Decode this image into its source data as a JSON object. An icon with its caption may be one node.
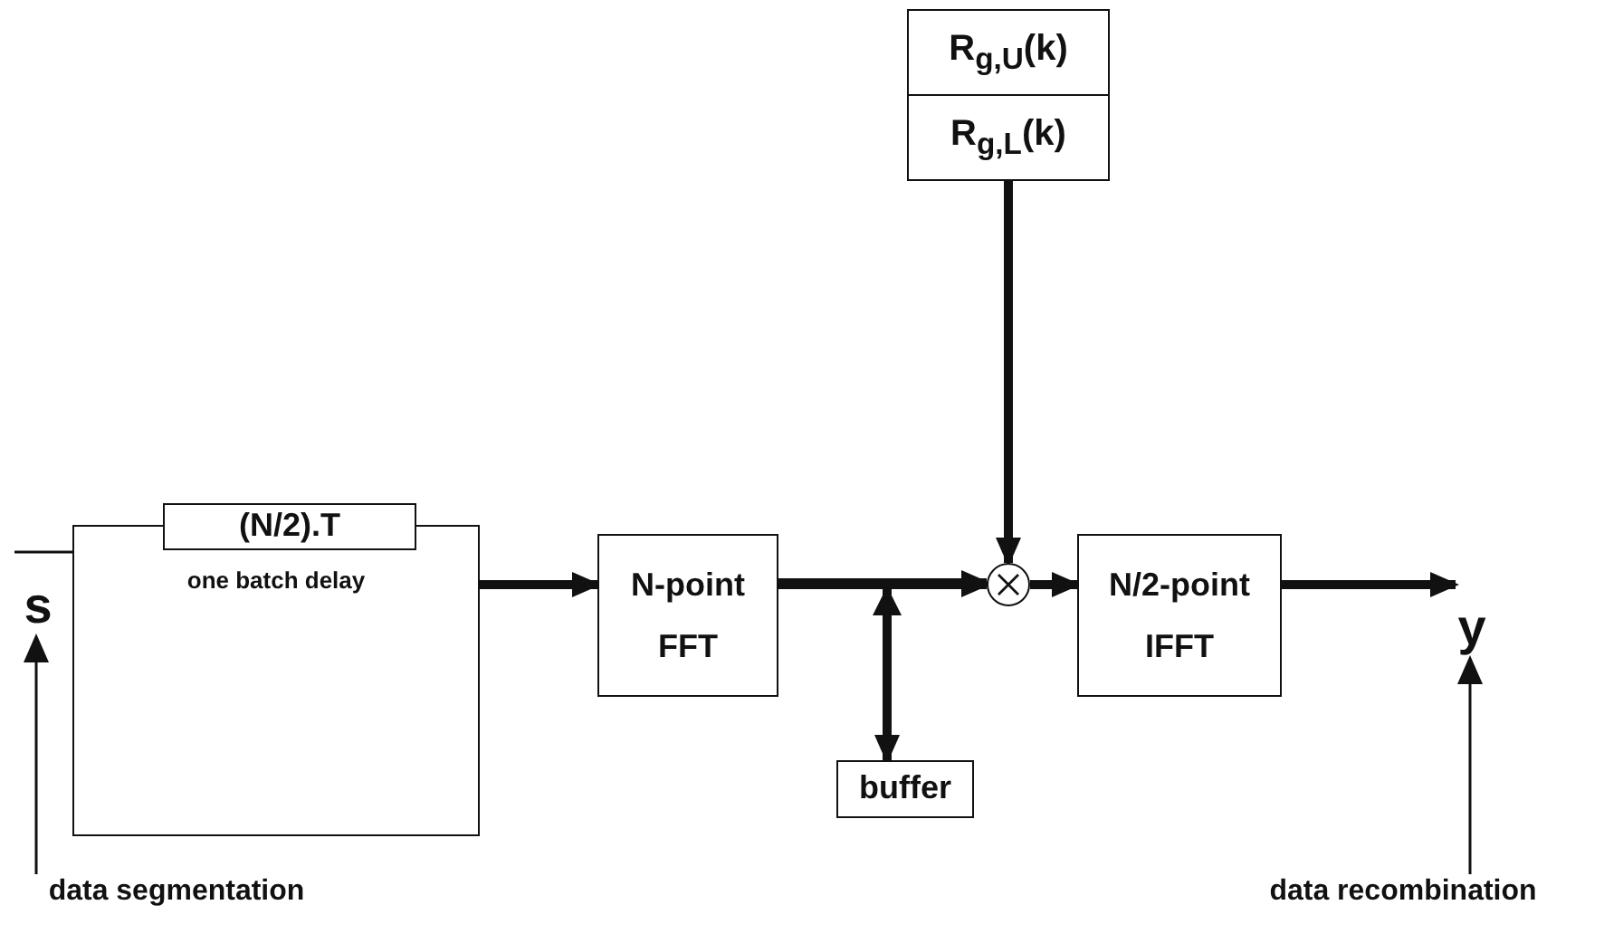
{
  "diagram": {
    "nodes": [
      {
        "text": [
          "(N/2).T"
        ]
      },
      {
        "text": [
          "one batch delay"
        ]
      },
      {
        "text": [
          "N-point FFT"
        ]
      },
      {
        "text": [
          "R$_{g,U}$(k)"
        ]
      },
      {
        "text": [
          "R$_{g,L}$(k)"
        ]
      },
      {
        "text": [],
        "shape": "circle"
      },
      {
        "text": [
          "N/2-point IFFT"
        ]
      },
      {
        "text": [
          "buffer"
        ]
      },
      {
        "text": [
          "data segmentation"
        ]
      },
      {
        "text": [
          "s"
        ]
      },
      {
        "text": [
          "data recombination"
        ]
      },
      {
        "text": [
          "y"
        ]
      }
    ],
    "edges": [
      {
        "from": null,
        "to": 1,
        "arrow": "none"
      },
      {
        "from": 1,
        "to": 2,
        "arrow": "to"
      },
      {
        "from": 2,
        "to": 5,
        "arrow": "to"
      },
      {
        "from": 2,
        "to": 7,
        "arrow": "to"
      },
      {
        "from": 4,
        "to": 5,
        "arrow": "to"
      },
      {
        "from": 5,
        "to": 6,
        "arrow": "to"
      },
      {
        "from": 6,
        "to": 11,
        "arrow": "to"
      },
      {
        "from": 8,
        "to": 9,
        "arrow": "to"
      },
      {
        "from": 10,
        "to": 11,
        "arrow": "to"
      },
      {
        "from": 7,
        "to": 5,
        "arrow": "to"
      }
    ]
  }
}
